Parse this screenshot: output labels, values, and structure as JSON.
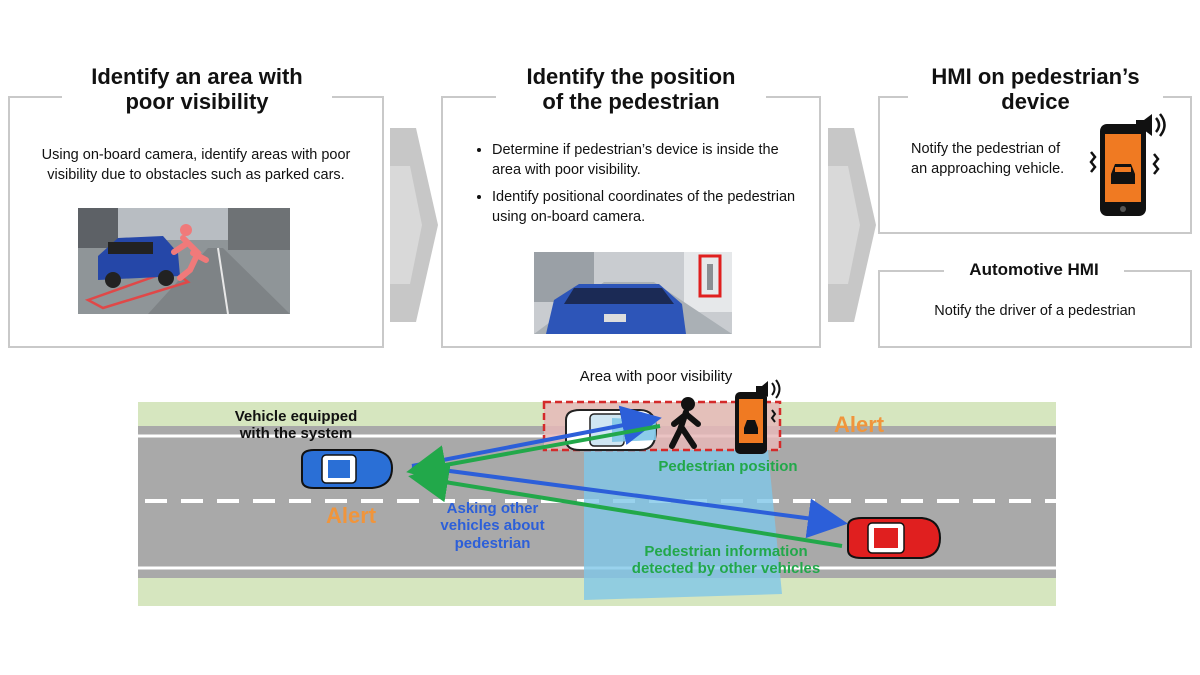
{
  "panels": {
    "panel1": {
      "title_line1": "Identify an area with",
      "title_line2": "poor visibility",
      "description": "Using on-board camera, identify areas with poor visibility due to obstacles such as parked cars."
    },
    "panel2": {
      "title_line1": "Identify the position",
      "title_line2": "of the pedestrian",
      "bullets": [
        "Determine if pedestrian’s device is inside the area with poor visibility.",
        "Identify positional coordinates of the pedestrian using on-board camera."
      ]
    },
    "panel3": {
      "title_line1": "HMI on pedestrian’s",
      "title_line2": "device",
      "description": "Notify the pedestrian of an approaching vehicle."
    },
    "panel4": {
      "title": "Automotive HMI",
      "description": "Notify the driver of a pedestrian"
    }
  },
  "road": {
    "area_label": "Area with poor visibility",
    "vehicle_label": "Vehicle equipped with the system",
    "pedestrian_position_label": "Pedestrian position",
    "asking_label": "Asking other vehicles about pedestrian",
    "info_label": "Pedestrian information detected by other vehicles",
    "alert_left": "Alert",
    "alert_right": "Alert"
  },
  "colors": {
    "blue_arrow": "#2c5fd9",
    "green_arrow": "#22a84a",
    "alert_orange": "#f0953c",
    "highlight_red": "#d42a2a",
    "sensor_cone": "#7fc7e8",
    "road": "#a9a9a9",
    "grass": "#d6e6bf"
  }
}
